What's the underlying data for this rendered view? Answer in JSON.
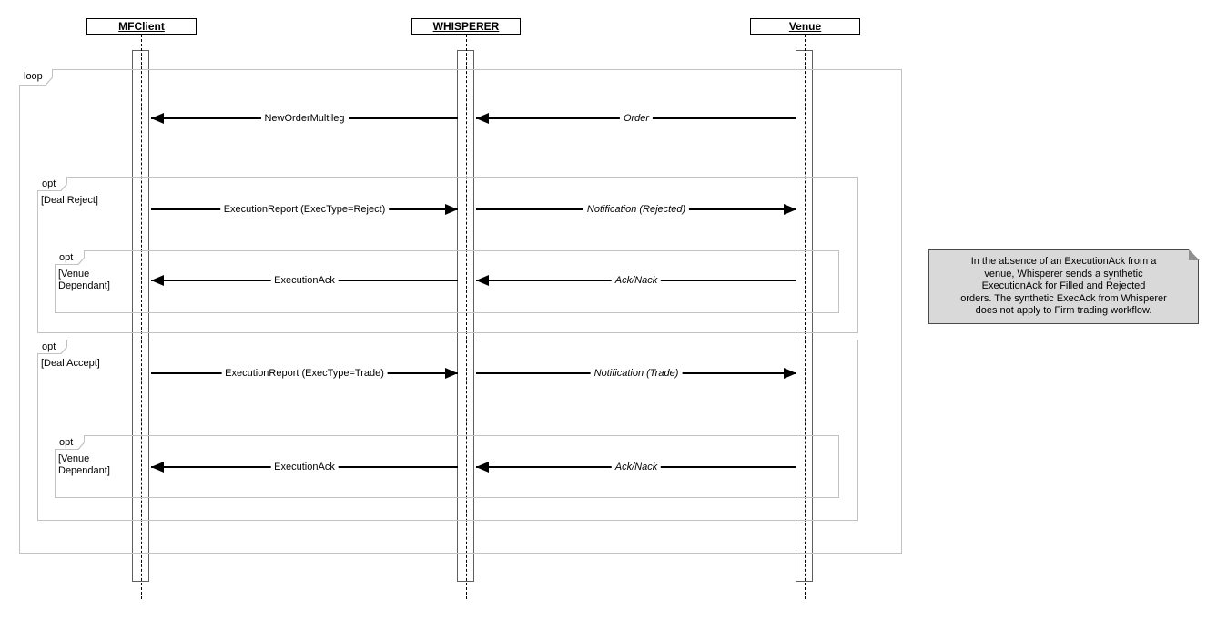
{
  "actors": [
    {
      "name": "MFClient"
    },
    {
      "name": "WHISPERER"
    },
    {
      "name": "Venue"
    }
  ],
  "fragments": {
    "loop": {
      "operator": "loop",
      "guard": ""
    },
    "deal_reject": {
      "operator": "opt",
      "guard": "[Deal Reject]"
    },
    "venue_dependant_1": {
      "operator": "opt",
      "guard": "[Venue Dependant]"
    },
    "deal_accept": {
      "operator": "opt",
      "guard": "[Deal Accept]"
    },
    "venue_dependant_2": {
      "operator": "opt",
      "guard": "[Venue Dependant]"
    }
  },
  "messages": [
    {
      "label": "NewOrderMultileg",
      "from": "WHISPERER",
      "to": "MFClient",
      "direction": "left",
      "italic": false
    },
    {
      "label": "Order",
      "from": "Venue",
      "to": "WHISPERER",
      "direction": "left",
      "italic": true
    },
    {
      "label": "ExecutionReport (ExecType=Reject)",
      "from": "MFClient",
      "to": "WHISPERER",
      "direction": "right",
      "italic": false
    },
    {
      "label": "Notification (Rejected)",
      "from": "WHISPERER",
      "to": "Venue",
      "direction": "right",
      "italic": true
    },
    {
      "label": "ExecutionAck",
      "from": "WHISPERER",
      "to": "MFClient",
      "direction": "left",
      "italic": false
    },
    {
      "label": "Ack/Nack",
      "from": "Venue",
      "to": "WHISPERER",
      "direction": "left",
      "italic": true
    },
    {
      "label": "ExecutionReport (ExecType=Trade)",
      "from": "MFClient",
      "to": "WHISPERER",
      "direction": "right",
      "italic": false
    },
    {
      "label": "Notification (Trade)",
      "from": "WHISPERER",
      "to": "Venue",
      "direction": "right",
      "italic": true
    },
    {
      "label": "ExecutionAck",
      "from": "WHISPERER",
      "to": "MFClient",
      "direction": "left",
      "italic": false
    },
    {
      "label": "Ack/Nack",
      "from": "Venue",
      "to": "WHISPERER",
      "direction": "left",
      "italic": true
    }
  ],
  "note": {
    "lines": [
      "In the absence of an ExecutionAck from a",
      "venue, Whisperer sends a synthetic",
      "ExecutionAck for Filled and Rejected",
      "orders. The synthetic ExecAck from Whisperer",
      "does not apply to Firm trading workflow."
    ]
  },
  "colors": {
    "fragment_border": "#c3c3c3",
    "activation_bar_border": "#5f5f5f",
    "message_color": "#000000",
    "note_background": "#d9d9d9",
    "note_border": "#4a4a4a"
  }
}
